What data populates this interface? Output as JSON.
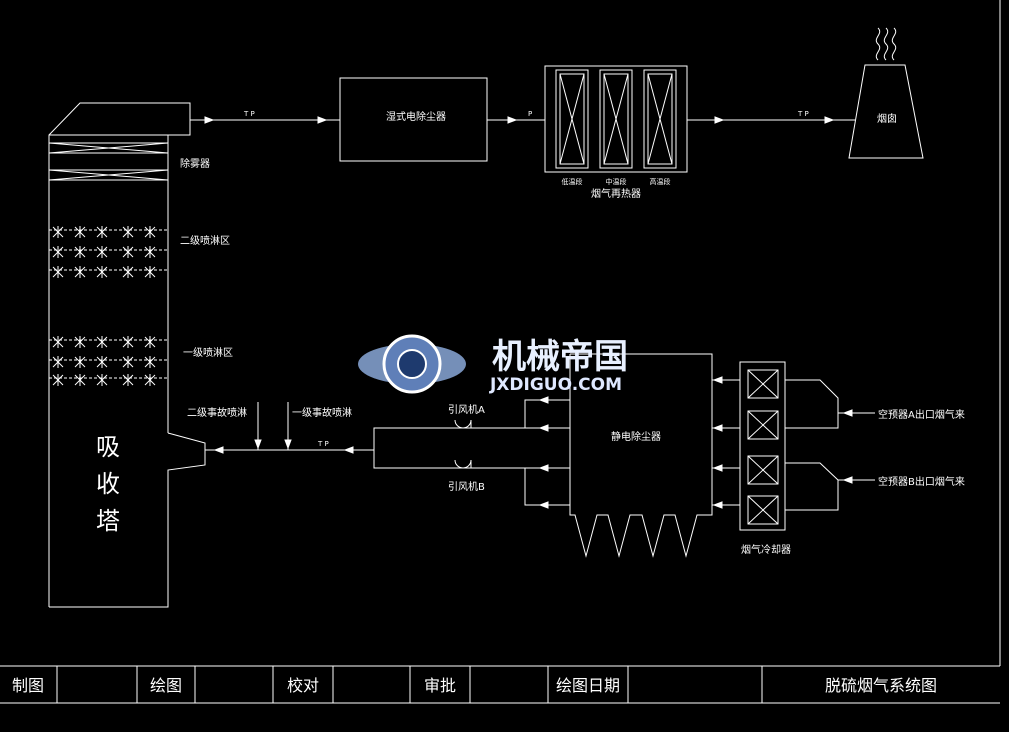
{
  "labels": {
    "absorber": "吸\n收\n塔",
    "demister": "除雾器",
    "spray2": "二级喷淋区",
    "spray1": "一级喷淋区",
    "accident2": "二级事故喷淋",
    "accident1": "一级事故喷淋",
    "wesp": "湿式电除尘器",
    "gghReheater": "烟气再热器",
    "gghLow": "低温段",
    "gghMid": "中温段",
    "gghHigh": "高温段",
    "chimney": "烟囱",
    "fanA": "引风机A",
    "fanB": "引风机B",
    "esp": "静电除尘器",
    "cooler": "烟气冷却器",
    "airA": "空预器A出口烟气来",
    "airB": "空预器B出口烟气来"
  },
  "watermark": {
    "main": "机械帝国",
    "sub": "JXDIGUO.COM"
  },
  "titleBlock": {
    "c1": "制图",
    "c2": "绘图",
    "c3": "校对",
    "c4": "审批",
    "c5": "绘图日期",
    "title": "脱硫烟气系统图"
  }
}
